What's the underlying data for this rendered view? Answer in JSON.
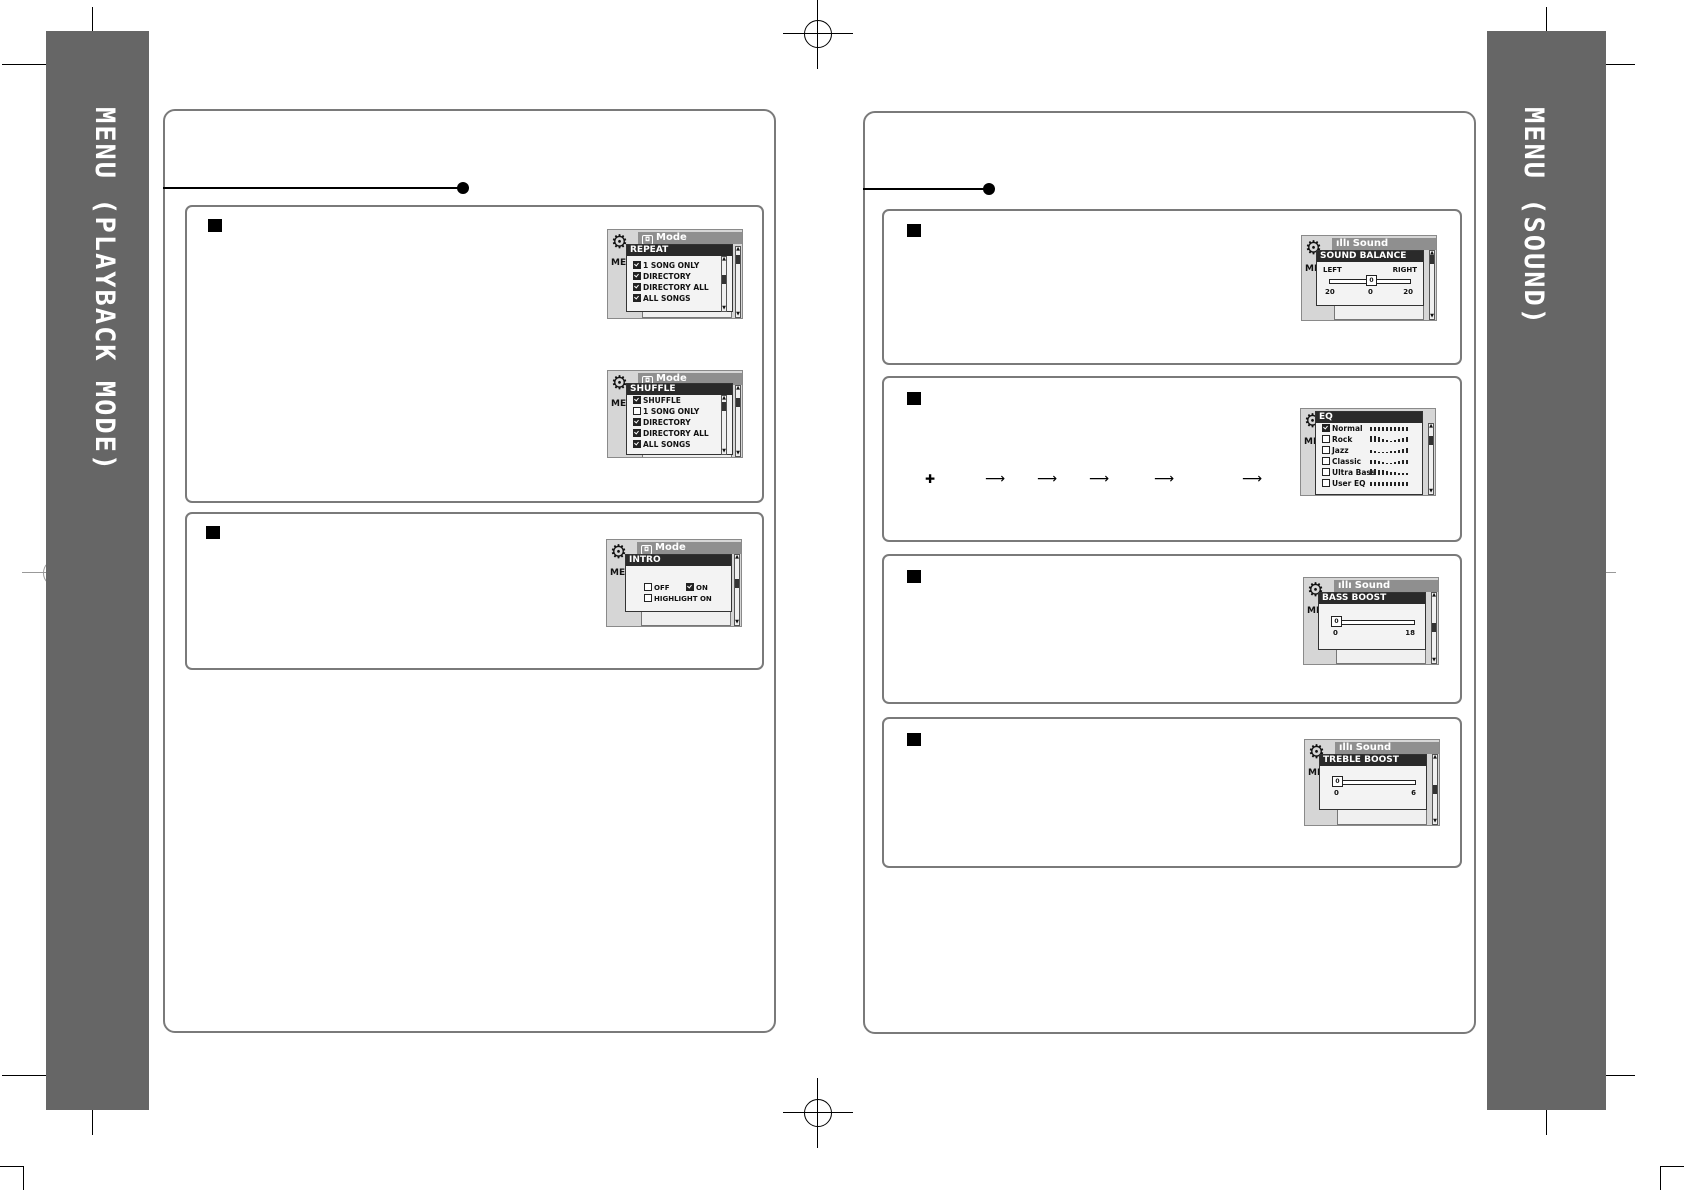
{
  "side_titles": {
    "left": "MENU (PLAYBACK MODE)",
    "right": "MENU (SOUND)"
  },
  "screens": {
    "repeat": {
      "header": "Mode",
      "menu_label": "MEI",
      "popup_title": "REPEAT",
      "options": [
        {
          "label": "1 SONG ONLY",
          "checked": true
        },
        {
          "label": "DIRECTORY",
          "checked": true
        },
        {
          "label": "DIRECTORY ALL",
          "checked": true
        },
        {
          "label": "ALL SONGS",
          "checked": true
        }
      ]
    },
    "shuffle": {
      "header": "Mode",
      "menu_label": "MEI",
      "popup_title": "SHUFFLE",
      "options": [
        {
          "label": "SHUFFLE",
          "checked": true
        },
        {
          "label": "1 SONG ONLY",
          "checked": false
        },
        {
          "label": "DIRECTORY",
          "checked": true
        },
        {
          "label": "DIRECTORY ALL",
          "checked": true
        },
        {
          "label": "ALL SONGS",
          "checked": true
        }
      ]
    },
    "intro": {
      "header": "Mode",
      "menu_label": "MEI",
      "popup_title": "INTRO",
      "off_label": "OFF",
      "on_label": "ON",
      "highlight_label": "HIGHLIGHT ON"
    },
    "sound_balance": {
      "header": "Sound",
      "menu_label": "ME",
      "popup_title": "SOUND BALANCE",
      "left_label": "LEFT",
      "right_label": "RIGHT",
      "min_label": "20",
      "mid_label": "0",
      "max_label": "20",
      "knob_label": "0"
    },
    "eq": {
      "menu_label": "ME",
      "popup_title": "EQ",
      "options": [
        {
          "label": "Normal",
          "checked": true
        },
        {
          "label": "Rock",
          "checked": false
        },
        {
          "label": "Jazz",
          "checked": false
        },
        {
          "label": "Classic",
          "checked": false
        },
        {
          "label": "Ultra Bass",
          "checked": false
        },
        {
          "label": "User EQ",
          "checked": false
        }
      ]
    },
    "bass_boost": {
      "header": "Sound",
      "menu_label": "ME",
      "popup_title": "BASS BOOST",
      "knob_label": "0",
      "min_label": "0",
      "max_label": "18"
    },
    "treble_boost": {
      "header": "Sound",
      "menu_label": "ME",
      "popup_title": "TREBLE BOOST",
      "knob_label": "0",
      "min_label": "0",
      "max_label": "6"
    }
  }
}
